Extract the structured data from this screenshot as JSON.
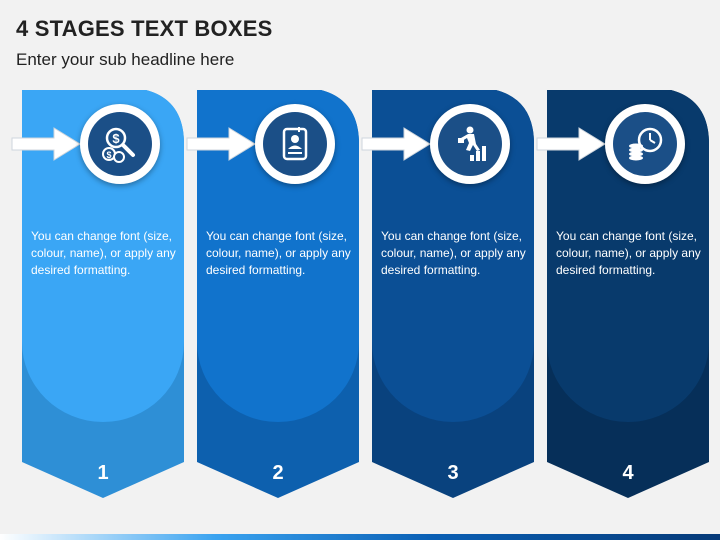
{
  "header": {
    "title": "4 STAGES TEXT BOXES",
    "subtitle": "Enter your sub headline here"
  },
  "stages": [
    {
      "number": "1",
      "text": "You can change font (size, colour, name), or apply any desired formatting.",
      "icon": "dollar-search-icon",
      "color_top": "#3aa6f5",
      "color_bottom": "#2e8fd6"
    },
    {
      "number": "2",
      "text": "You can change font (size, colour, name), or apply any desired formatting.",
      "icon": "id-card-icon",
      "color_top": "#1173cc",
      "color_bottom": "#0d60ae"
    },
    {
      "number": "3",
      "text": "You can change font (size, colour, name), or apply any desired formatting.",
      "icon": "businessman-growth-icon",
      "color_top": "#0b4f95",
      "color_bottom": "#09427e"
    },
    {
      "number": "4",
      "text": "You can change font (size, colour, name), or apply any desired formatting.",
      "icon": "coins-clock-icon",
      "color_top": "#083a6c",
      "color_bottom": "#062f59"
    }
  ]
}
